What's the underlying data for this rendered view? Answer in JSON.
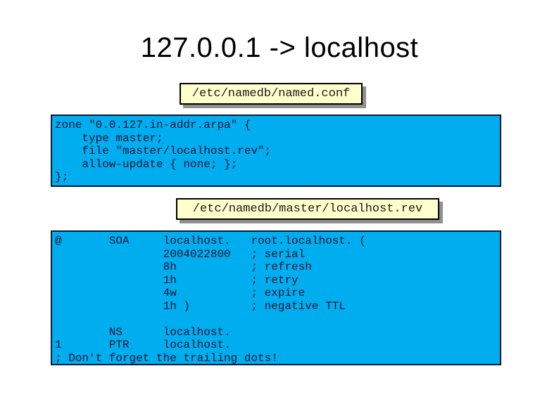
{
  "slide": {
    "title": "127.0.0.1 -> localhost",
    "colors": {
      "background": "#ffffff",
      "box_fill": "#00aeef",
      "box_border": "#001a33",
      "label_fill": "#ffffcc",
      "label_border": "#000000",
      "label_shadow": "#909090",
      "code_text": "#0a1333"
    },
    "file_labels": [
      {
        "text": "/etc/namedb/named.conf"
      },
      {
        "text": "/etc/namedb/master/localhost.rev"
      }
    ],
    "named_conf": {
      "lines": [
        "zone \"0.0.127.in-addr.arpa\" {",
        "    type master;",
        "    file \"master/localhost.rev\";",
        "    allow-update { none; };",
        "};"
      ]
    },
    "localhost_rev": {
      "lines": [
        "@       SOA     localhost.   root.localhost. (",
        "                2004022800   ; serial",
        "                8h           ; refresh",
        "                1h           ; retry",
        "                4w           ; expire",
        "                1h )         ; negative TTL",
        " ",
        "        NS      localhost.",
        "1       PTR     localhost.",
        "; Don't forget the trailing dots!"
      ]
    }
  }
}
